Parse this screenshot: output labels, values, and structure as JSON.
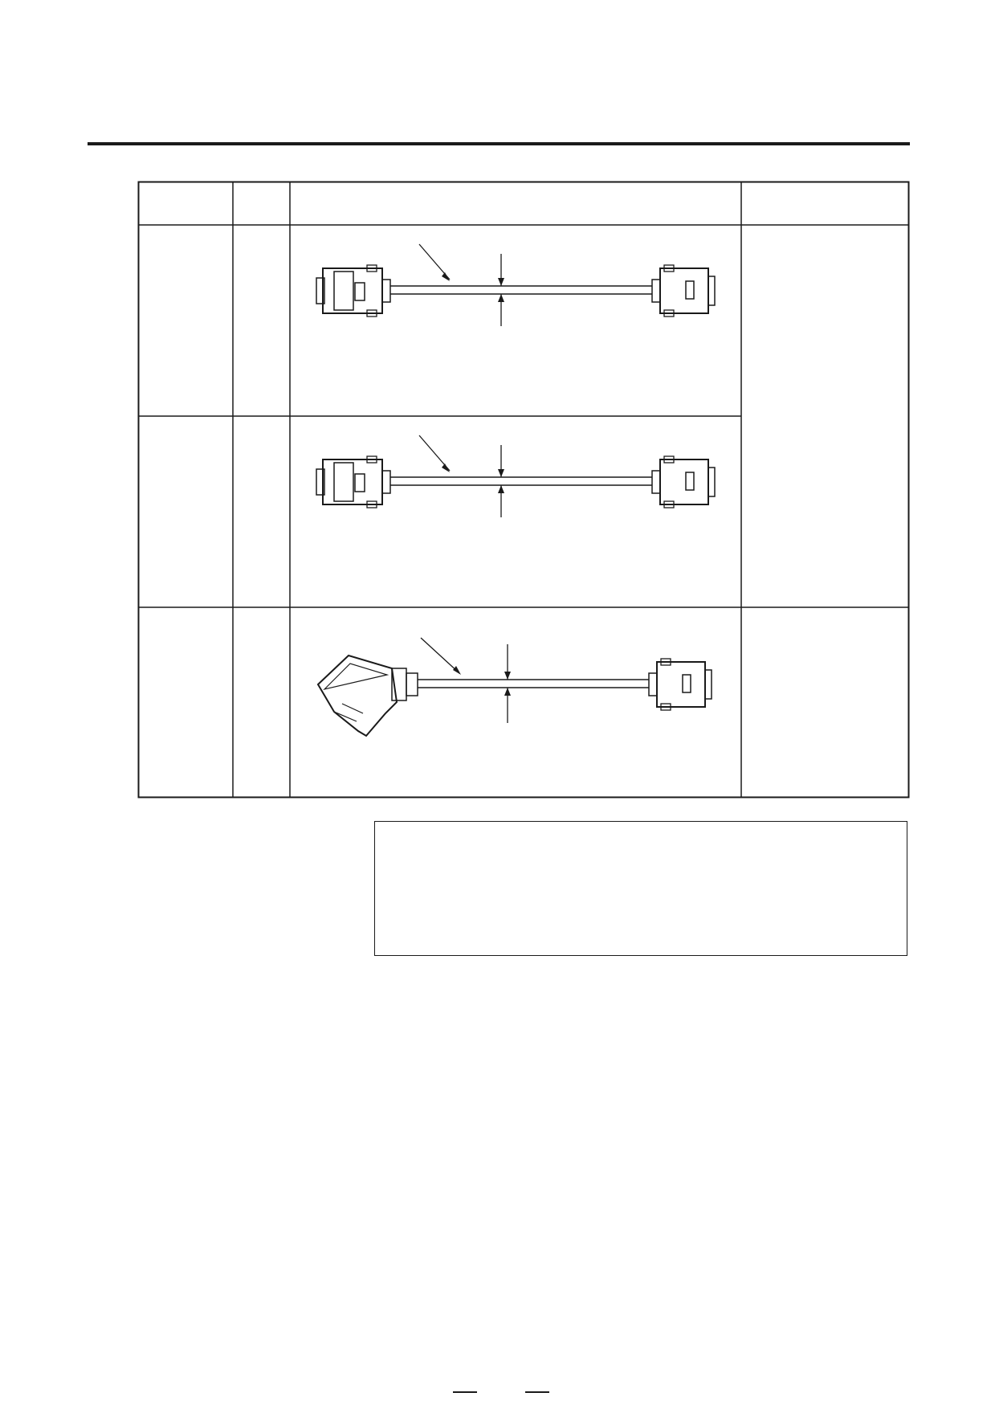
{
  "page": {
    "title": "",
    "table": {
      "columns": [],
      "rows": [
        {
          "name": "",
          "qty": "",
          "drawing": "straight-cable-drawing",
          "remarks": ""
        },
        {
          "name": "",
          "qty": "",
          "drawing": "straight-cable-drawing",
          "remarks": ""
        },
        {
          "name": "",
          "qty": "",
          "drawing": "angled-cable-drawing",
          "remarks": ""
        }
      ]
    },
    "note": {
      "text": ""
    },
    "footer": {
      "page_number": ""
    }
  },
  "colors": {
    "line": "#1a1a1a",
    "background": "#ffffff"
  }
}
